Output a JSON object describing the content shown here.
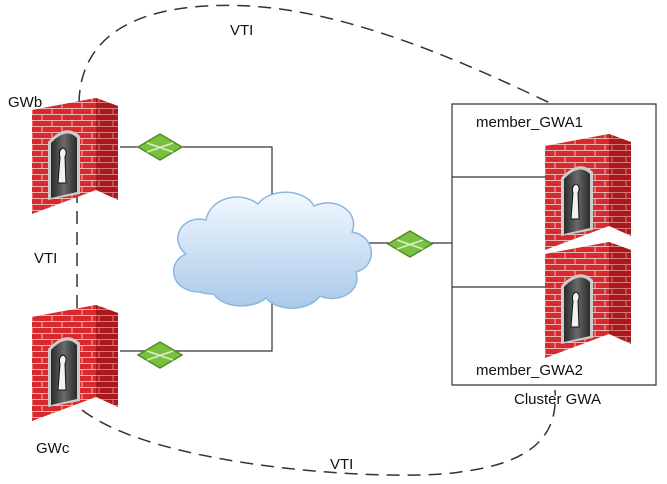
{
  "labels": {
    "gwb": "GWb",
    "gwc": "GWc",
    "vti_top": "VTI",
    "vti_left": "VTI",
    "vti_bottom": "VTI",
    "member1": "member_GWA1",
    "member2": "member_GWA2",
    "cluster": "Cluster GWA"
  },
  "colors": {
    "firewall_front": "#d82a2e",
    "firewall_side": "#a8181c",
    "firewall_top": "#e85a5c",
    "mortar": "#f2b3b3",
    "switch": "#7ac142",
    "switch_dark": "#4e8f24",
    "cloud": "#cfe3f7",
    "cloud_edge": "#8fb6dd",
    "line": "#333333"
  }
}
